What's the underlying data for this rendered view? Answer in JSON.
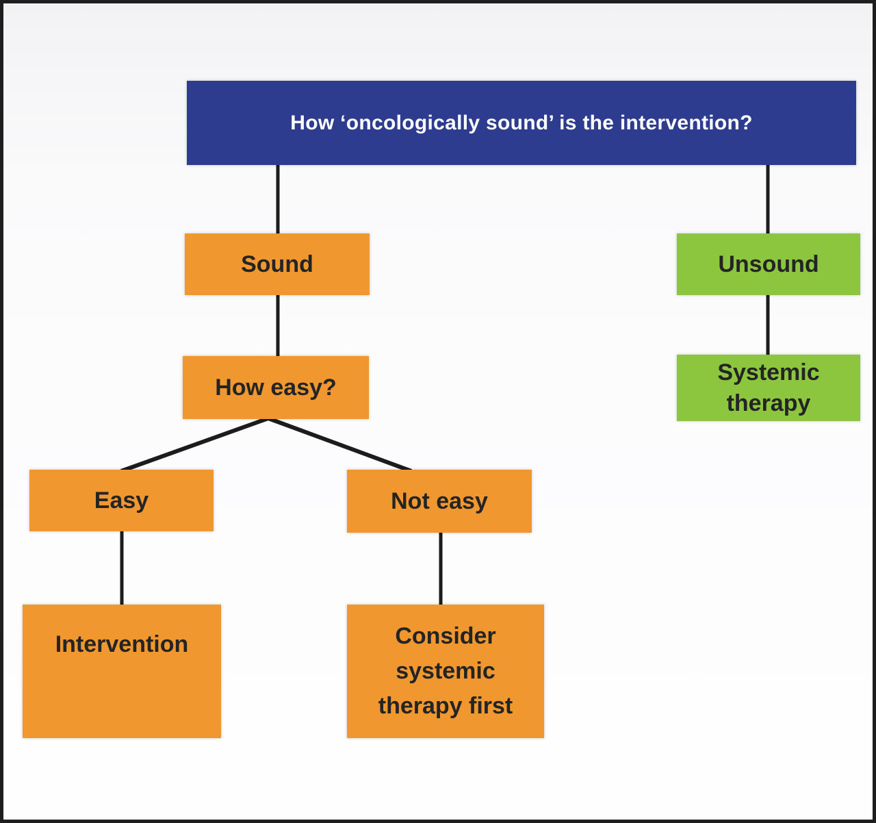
{
  "figure": {
    "type": "flowchart",
    "question": "How ‘oncologically sound’ is the intervention?"
  },
  "nodes": {
    "header": {
      "label": "How ‘oncologically sound’ is the intervention?"
    },
    "sound": {
      "label": "Sound"
    },
    "unsound": {
      "label": "Unsound"
    },
    "how_easy": {
      "label": "How easy?"
    },
    "systemic_therapy": {
      "label": "Systemic therapy"
    },
    "easy": {
      "label": "Easy"
    },
    "not_easy": {
      "label": "Not easy"
    },
    "intervention": {
      "label": "Intervention"
    },
    "consider_systemic": {
      "label": "Consider systemic therapy first"
    }
  },
  "edges": [
    {
      "from": "header",
      "to": "sound"
    },
    {
      "from": "header",
      "to": "unsound"
    },
    {
      "from": "sound",
      "to": "how_easy"
    },
    {
      "from": "unsound",
      "to": "systemic_therapy"
    },
    {
      "from": "how_easy",
      "to": "easy"
    },
    {
      "from": "how_easy",
      "to": "not_easy"
    },
    {
      "from": "easy",
      "to": "intervention"
    },
    {
      "from": "not_easy",
      "to": "consider_systemic"
    }
  ],
  "colors": {
    "header_blue": "#2e3c8f",
    "decision_orange": "#f0982f",
    "outcome_green": "#8cc63e",
    "connector_black": "#1c1c1c",
    "header_text": "#ffffff",
    "node_text": "#242424",
    "frame_black": "#1e1e1e"
  }
}
